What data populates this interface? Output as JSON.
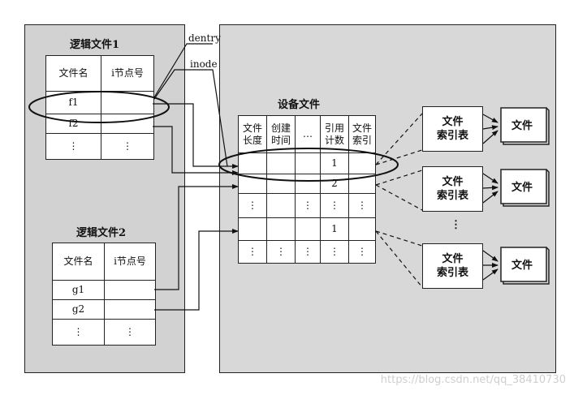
{
  "labels": {
    "dentry": "dentry",
    "inode": "inode",
    "device_file": "设备文件",
    "watermark": "https://blog.csdn.net/qq_38410730"
  },
  "logical_file_1": {
    "title": "逻辑文件1",
    "headers": [
      "文件名",
      "i节点号"
    ],
    "rows": [
      [
        "f1",
        ""
      ],
      [
        "f2",
        ""
      ],
      [
        "⋮",
        "⋮"
      ]
    ]
  },
  "logical_file_2": {
    "title": "逻辑文件2",
    "headers": [
      "文件名",
      "i节点号"
    ],
    "rows": [
      [
        "g1",
        ""
      ],
      [
        "g2",
        ""
      ],
      [
        "⋮",
        "⋮"
      ]
    ]
  },
  "device_table": {
    "headers": [
      "文件\n长度",
      "创建\n时间",
      "…",
      "引用\n计数",
      "文件\n索引"
    ],
    "rows": [
      [
        "",
        "",
        "",
        "1",
        ""
      ],
      [
        "",
        "",
        "",
        "2",
        ""
      ],
      [
        "⋮",
        "",
        "⋮",
        "⋮",
        "⋮"
      ],
      [
        "",
        "",
        "",
        "1",
        ""
      ],
      [
        "⋮",
        "⋮",
        "⋮",
        "⋮",
        "⋮"
      ]
    ]
  },
  "index_tables": [
    {
      "label": "文件\n索引表",
      "file": "文件"
    },
    {
      "label": "文件\n索引表",
      "file": "文件"
    },
    {
      "label": "文件\n索引表",
      "file": "文件"
    }
  ],
  "between_dots": "⋮"
}
